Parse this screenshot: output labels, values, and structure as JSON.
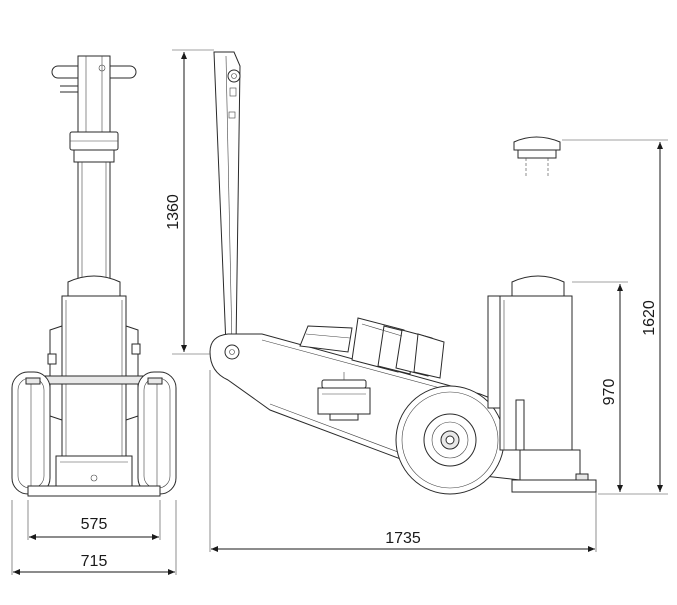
{
  "dimensions": {
    "front_inner_width": "575",
    "front_overall_width": "715",
    "arm_height": "1360",
    "overall_length": "1735",
    "ram_closed_height": "970",
    "ram_max_height": "1620"
  }
}
